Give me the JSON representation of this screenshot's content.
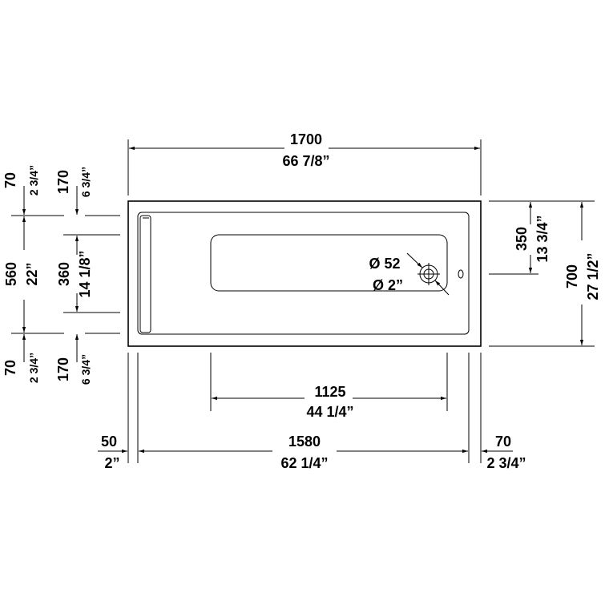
{
  "overall_length": {
    "mm": "1700",
    "inch": "66 7/8”"
  },
  "overall_width": {
    "mm": "700",
    "inch": "27 1/2”"
  },
  "inner_length": {
    "mm": "1580",
    "inch": "62 1/4”"
  },
  "basin_length": {
    "mm": "1125",
    "inch": "44 1/4”"
  },
  "inner_width": {
    "mm": "560",
    "inch": "22”"
  },
  "basin_width": {
    "mm": "360",
    "inch": "14 1/8”"
  },
  "drain_offset": {
    "mm": "350",
    "inch": "13 3/4”"
  },
  "rim_left_top": {
    "mm": "70",
    "inch": "2 3/4”"
  },
  "rim_left_bottom": {
    "mm": "70",
    "inch": "2 3/4”"
  },
  "basin_offset_top": {
    "mm": "170",
    "inch": "6 3/4”"
  },
  "basin_offset_bottom": {
    "mm": "170",
    "inch": "6 3/4”"
  },
  "rim_end_left": {
    "mm": "50",
    "inch": "2”"
  },
  "rim_end_right": {
    "mm": "70",
    "inch": "2 3/4”"
  },
  "drain": {
    "mm": "Ø 52",
    "inch": "Ø 2”"
  }
}
